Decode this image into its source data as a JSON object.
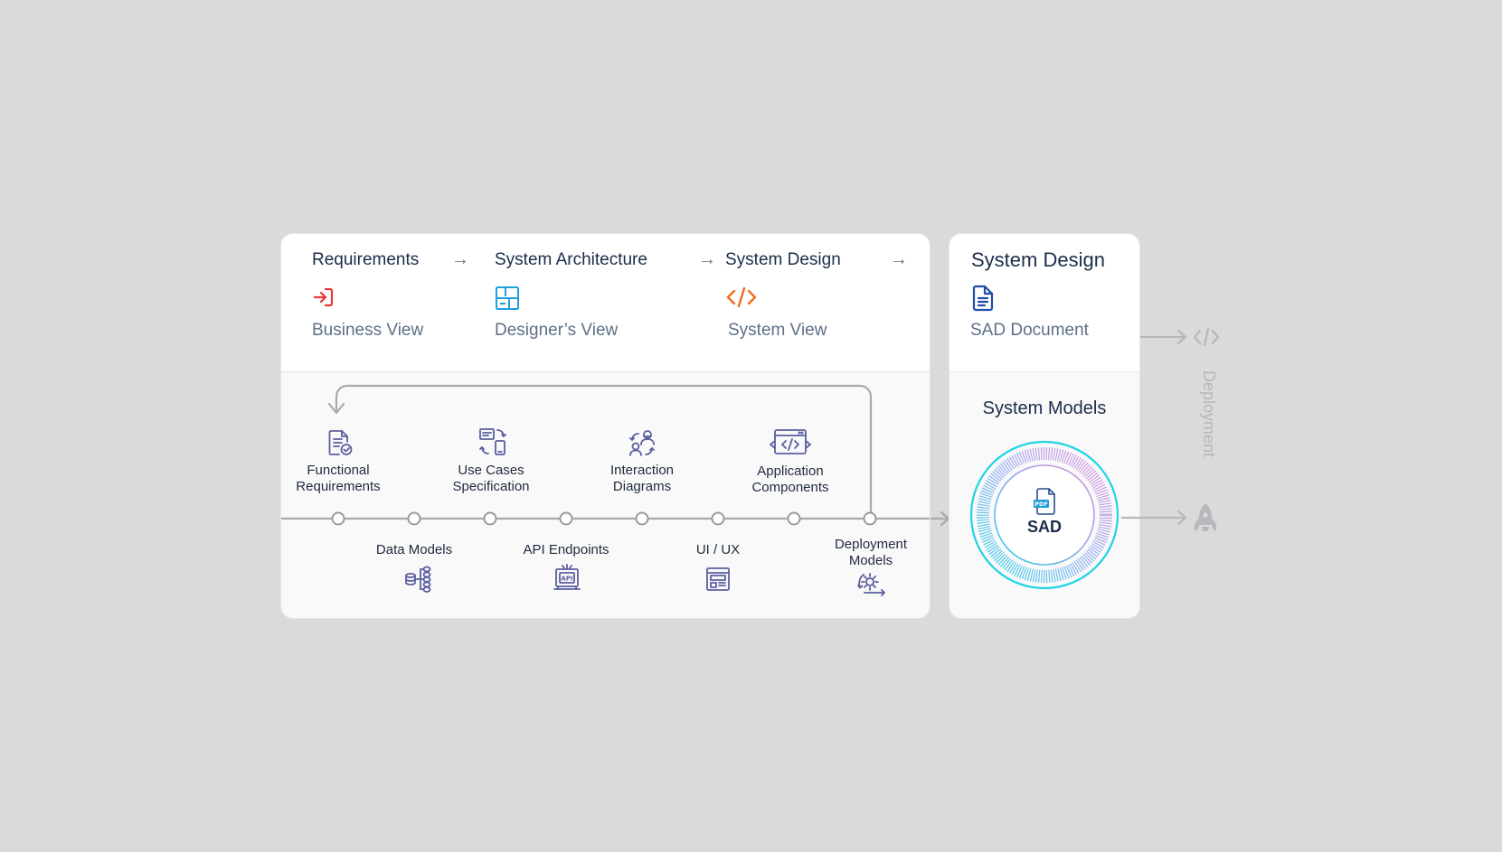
{
  "stages": [
    {
      "title": "Requirements",
      "subtitle": "Business View",
      "icon": "login-arrow-icon",
      "color": "#e53935"
    },
    {
      "title": "System Architecture",
      "subtitle": "Designer’s View",
      "icon": "layout-grid-icon",
      "color": "#1ea0db"
    },
    {
      "title": "System Design",
      "subtitle": "System View",
      "icon": "code-icon",
      "color": "#f26b1d"
    }
  ],
  "design_card": {
    "title": "System Design",
    "subtitle": "SAD Document",
    "icon": "document-icon",
    "color": "#1f4ea8"
  },
  "models": {
    "title": "System Models",
    "core_label": "SAD",
    "pdf_label": "PDF"
  },
  "timeline_upper": [
    {
      "label": "Functional\nRequirements",
      "icon": "document-check-icon"
    },
    {
      "label": "Use Cases\nSpecification",
      "icon": "devices-sync-icon"
    },
    {
      "label": "Interaction\nDiagrams",
      "icon": "users-exchange-icon"
    },
    {
      "label": "Application\nComponents",
      "icon": "code-window-icon"
    }
  ],
  "timeline_lower": [
    {
      "label": "Data Models",
      "icon": "database-tree-icon"
    },
    {
      "label": "API Endpoints",
      "icon": "api-monitor-icon"
    },
    {
      "label": "UI / UX",
      "icon": "layout-window-icon"
    },
    {
      "label": "Deployment\nModels",
      "icon": "gear-cycle-icon"
    }
  ],
  "deployment_label": "Deployment",
  "colors": {
    "text_dark": "#1b2d4a",
    "text_muted": "#5e6f87",
    "icon_purple": "#5b5f9e",
    "line_gray": "#a9a9ae",
    "ring_cyan": "#1fd3e6",
    "ring_pink": "#e58cd8"
  }
}
